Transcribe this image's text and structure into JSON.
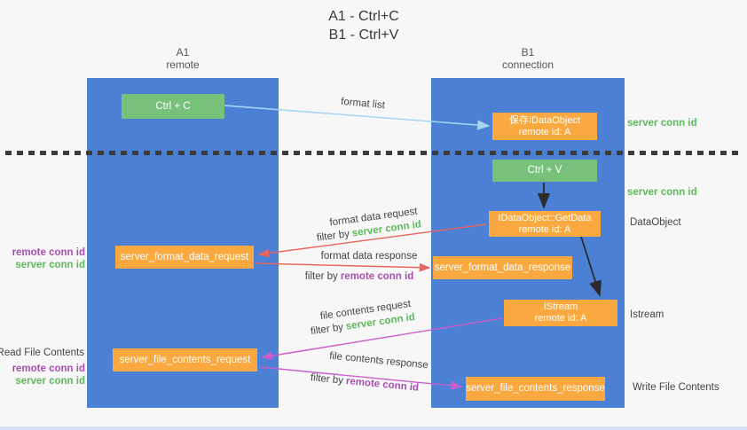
{
  "title": {
    "line1": "A1 - Ctrl+C",
    "line2": "B1 - Ctrl+V"
  },
  "lifelines": {
    "a1": {
      "name": "A1",
      "subtitle": "remote"
    },
    "b1": {
      "name": "B1",
      "subtitle": "connection"
    }
  },
  "nodes": {
    "ctrl_c": {
      "label": "Ctrl + C"
    },
    "save_idataobject": {
      "label": "保存IDataObject",
      "sublabel": "remote id: A"
    },
    "ctrl_v": {
      "label": "Ctrl + V"
    },
    "getdata": {
      "label": "IDataObject::GetData",
      "sublabel": "remote id: A"
    },
    "format_request": {
      "label": "server_format_data_request"
    },
    "format_response": {
      "label": "server_format_data_response"
    },
    "istream": {
      "label": "IStream",
      "sublabel": "remote id: A"
    },
    "file_request": {
      "label": "server_file_contents_request"
    },
    "file_response": {
      "label": "server_file_contents_response"
    }
  },
  "labels": {
    "format_list": "format list",
    "format_data_request": "format data request",
    "format_data_response": "format data response",
    "file_contents_request": "file contents request",
    "file_contents_response": "file contents response",
    "filter_by": "filter by",
    "server_conn_id": "server conn id",
    "remote_conn_id": "remote conn id",
    "dataobject": "DataObject",
    "istream_side": "Istream",
    "read_file_contents": "Read File Contents",
    "write_file_contents": "Write File Contents"
  },
  "colors": {
    "lifeline_blue": "#4b80d5",
    "node_green": "#77c17a",
    "node_orange": "#f9a93f",
    "arrow_lightblue": "#a6d5f2",
    "arrow_red": "#e8645f",
    "arrow_magenta": "#cb5ccb",
    "arrow_black": "#2b2b2b",
    "text_green": "#5eb95e",
    "text_purple": "#a94fb0",
    "text_dark": "#444444",
    "background": "#f7f7f7"
  }
}
